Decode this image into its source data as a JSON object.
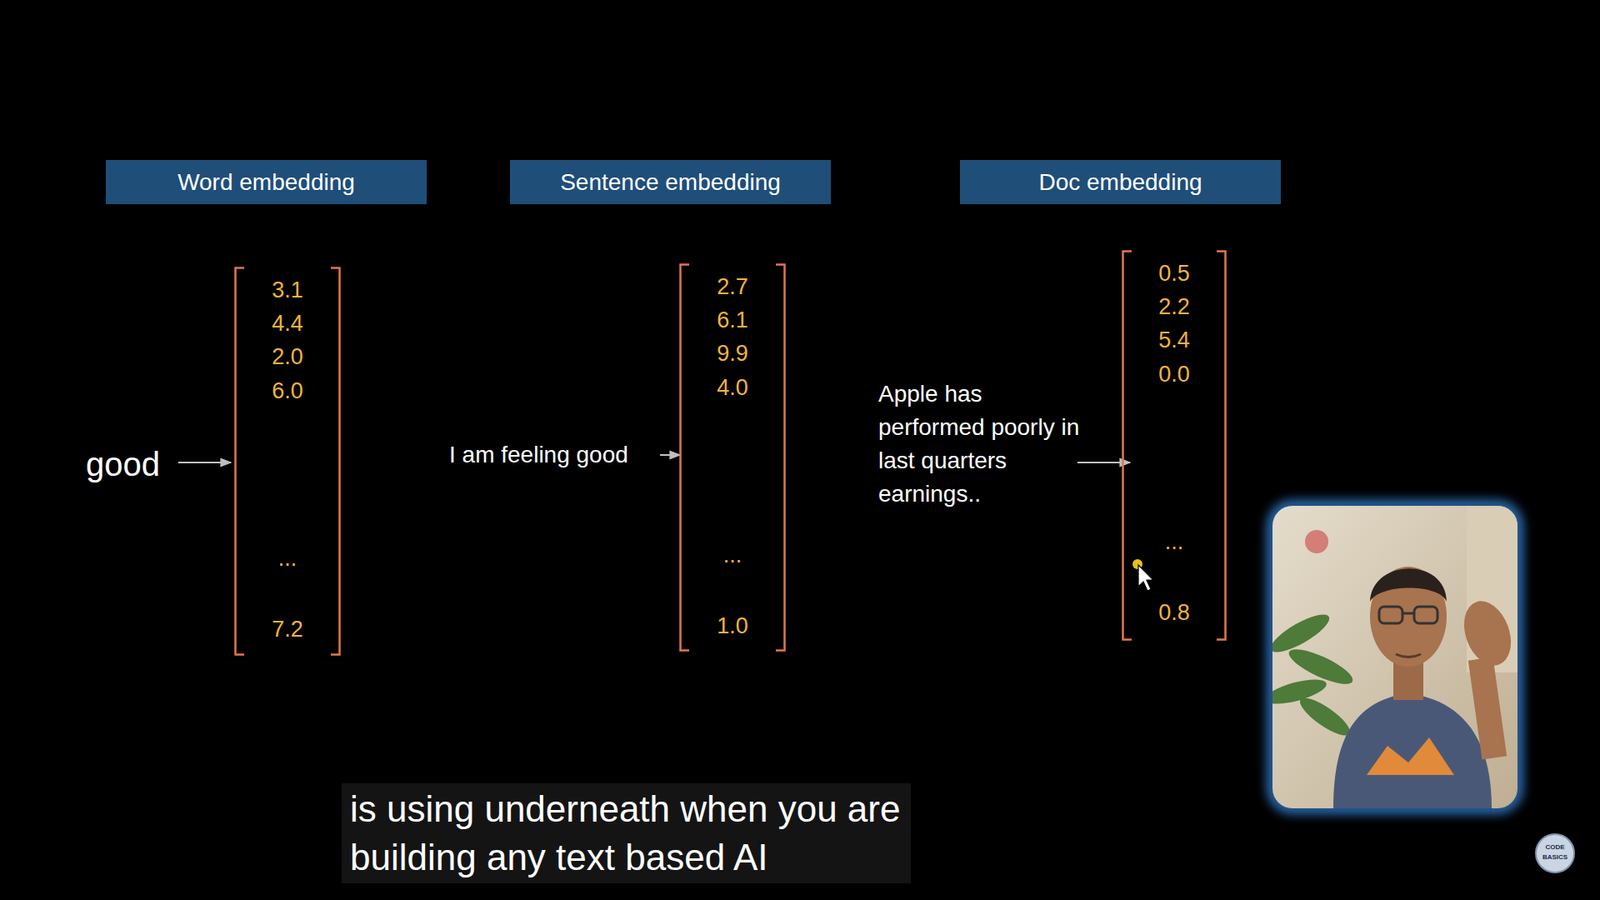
{
  "diagram": {
    "nodes": [
      {
        "text": [
          "Word embedding"
        ]
      },
      {
        "text": [
          "Sentence embedding"
        ]
      },
      {
        "text": [
          "Doc embedding"
        ]
      },
      {
        "text": [
          "3.1",
          "4.4",
          "2.0",
          "6.0",
          "...",
          "7.2"
        ]
      },
      {
        "text": [
          "2.7",
          "6.1",
          "9.9",
          "4.0",
          "...",
          "1.0"
        ]
      },
      {
        "text": [
          "0.5",
          "2.2",
          "5.4",
          "0.0",
          "...",
          "0.8"
        ]
      }
    ],
    "labels": [
      "good",
      "I am feeling good",
      "Apple has performed poorly in last quarters earnings..",
      "is using underneath when you are building any text based AI",
      "CODE BASICS"
    ]
  }
}
